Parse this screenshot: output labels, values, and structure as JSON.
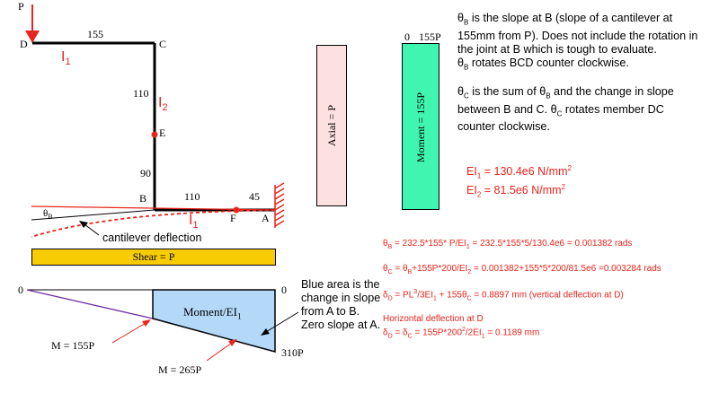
{
  "frame": {
    "P": "P",
    "D": "D",
    "C": "C",
    "B": "B",
    "A": "A",
    "E": "E",
    "F": "F",
    "dim_DC": "155",
    "dim_CE": "110",
    "dim_EB": "90",
    "dim_BF": "110",
    "dim_FA": "45",
    "I1_top": "I",
    "I1_top_sub": "1",
    "I2": "I",
    "I2_sub": "2",
    "I1_bottom": "I",
    "I1_bottom_sub": "1",
    "theta_B": "θ",
    "theta_B_sub": "B",
    "cantilever_deflection": "cantilever deflection"
  },
  "diagrams": {
    "axial_label": "Axial = P",
    "moment_box_label": "Moment = 155P",
    "moment_box_zero": "0",
    "moment_box_value": "155P",
    "shear_label": "Shear = P",
    "lower_zero_left": "0",
    "lower_zero_right": "0",
    "moment_EI_label": "Moment/EI",
    "moment_EI_sub": "1",
    "m155": "M = 155P",
    "m265": "M =  265P",
    "v310": "310P",
    "blue_area_note": "Blue area is the change in slope from A to B. Zero slope at A."
  },
  "notes": {
    "thetaB_sym": "θ",
    "thetaB_sub": "B",
    "thetaB_text": " is the slope at B (slope of a cantilever at 155mm from P).  Does not include the rotation in the joint at B which is tough to evaluate.",
    "thetaB_rot_sym": "θ",
    "thetaB_rot_sub": "B",
    "thetaB_rot_text": " rotates BCD counter clockwise.",
    "thetaC_sym": "θ",
    "thetaC_sub": "C",
    "thetaC_text1": " is the sum of ",
    "thetaC_sym2": "θ",
    "thetaC_sub2": "B",
    "thetaC_text2": " and the change in slope between B and C.  ",
    "thetaC_sym3": "θ",
    "thetaC_sub3": "C",
    "thetaC_text3": " rotates member DC counter clockwise."
  },
  "equations": {
    "EI1_a": "EI",
    "EI1_sub": "1",
    "EI1_b": " = 130.4e6 N/mm",
    "EI1_sup": "2",
    "EI2_a": "EI",
    "EI2_sub": "2",
    "EI2_b": " = 81.5e6 N/mm",
    "EI2_sup": "2",
    "eq1_sym": "θ",
    "eq1_sub": "B",
    "eq1_text": " = 232.5*155* P/EI",
    "eq1_sub2": "1",
    "eq1_text2": " = 232.5*155*5/130.4e6 = 0.001382 rads",
    "eq2_sym": "θ",
    "eq2_sub": "C",
    "eq2_text": " = ",
    "eq2_sym2": "θ",
    "eq2_sub2": "B",
    "eq2_text2": "+155P*200/EI",
    "eq2_sub3": "2",
    "eq2_text3": " = 0.001382+155*5*200/81.5e6 =0.003284 rads",
    "eq3_sym": "δ",
    "eq3_sub": "D",
    "eq3_text": " = PL",
    "eq3_sup": "3",
    "eq3_text2": "/3EI",
    "eq3_sub2": "1",
    "eq3_text3": "  + 155θ",
    "eq3_sub3": "C",
    "eq3_text4": " = 0.8897 mm (vertical deflection at D)",
    "eq4_title": "Horizontal deflection at D",
    "eq4_sym": "δ",
    "eq4_sub": "D",
    "eq4_text": " = δ",
    "eq4_sub2": "C",
    "eq4_text2": " = 155P*200",
    "eq4_sup": "2",
    "eq4_text3": "/2EI",
    "eq4_sub3": "1",
    "eq4_text4": " = 0.1189 mm"
  },
  "colors": {
    "red": "#e8241c",
    "moment_green": "#40f5b0",
    "axial_pink": "#fde1e1",
    "shear_yellow": "#f7cc02",
    "moment_blue": "#b3d8f8"
  }
}
